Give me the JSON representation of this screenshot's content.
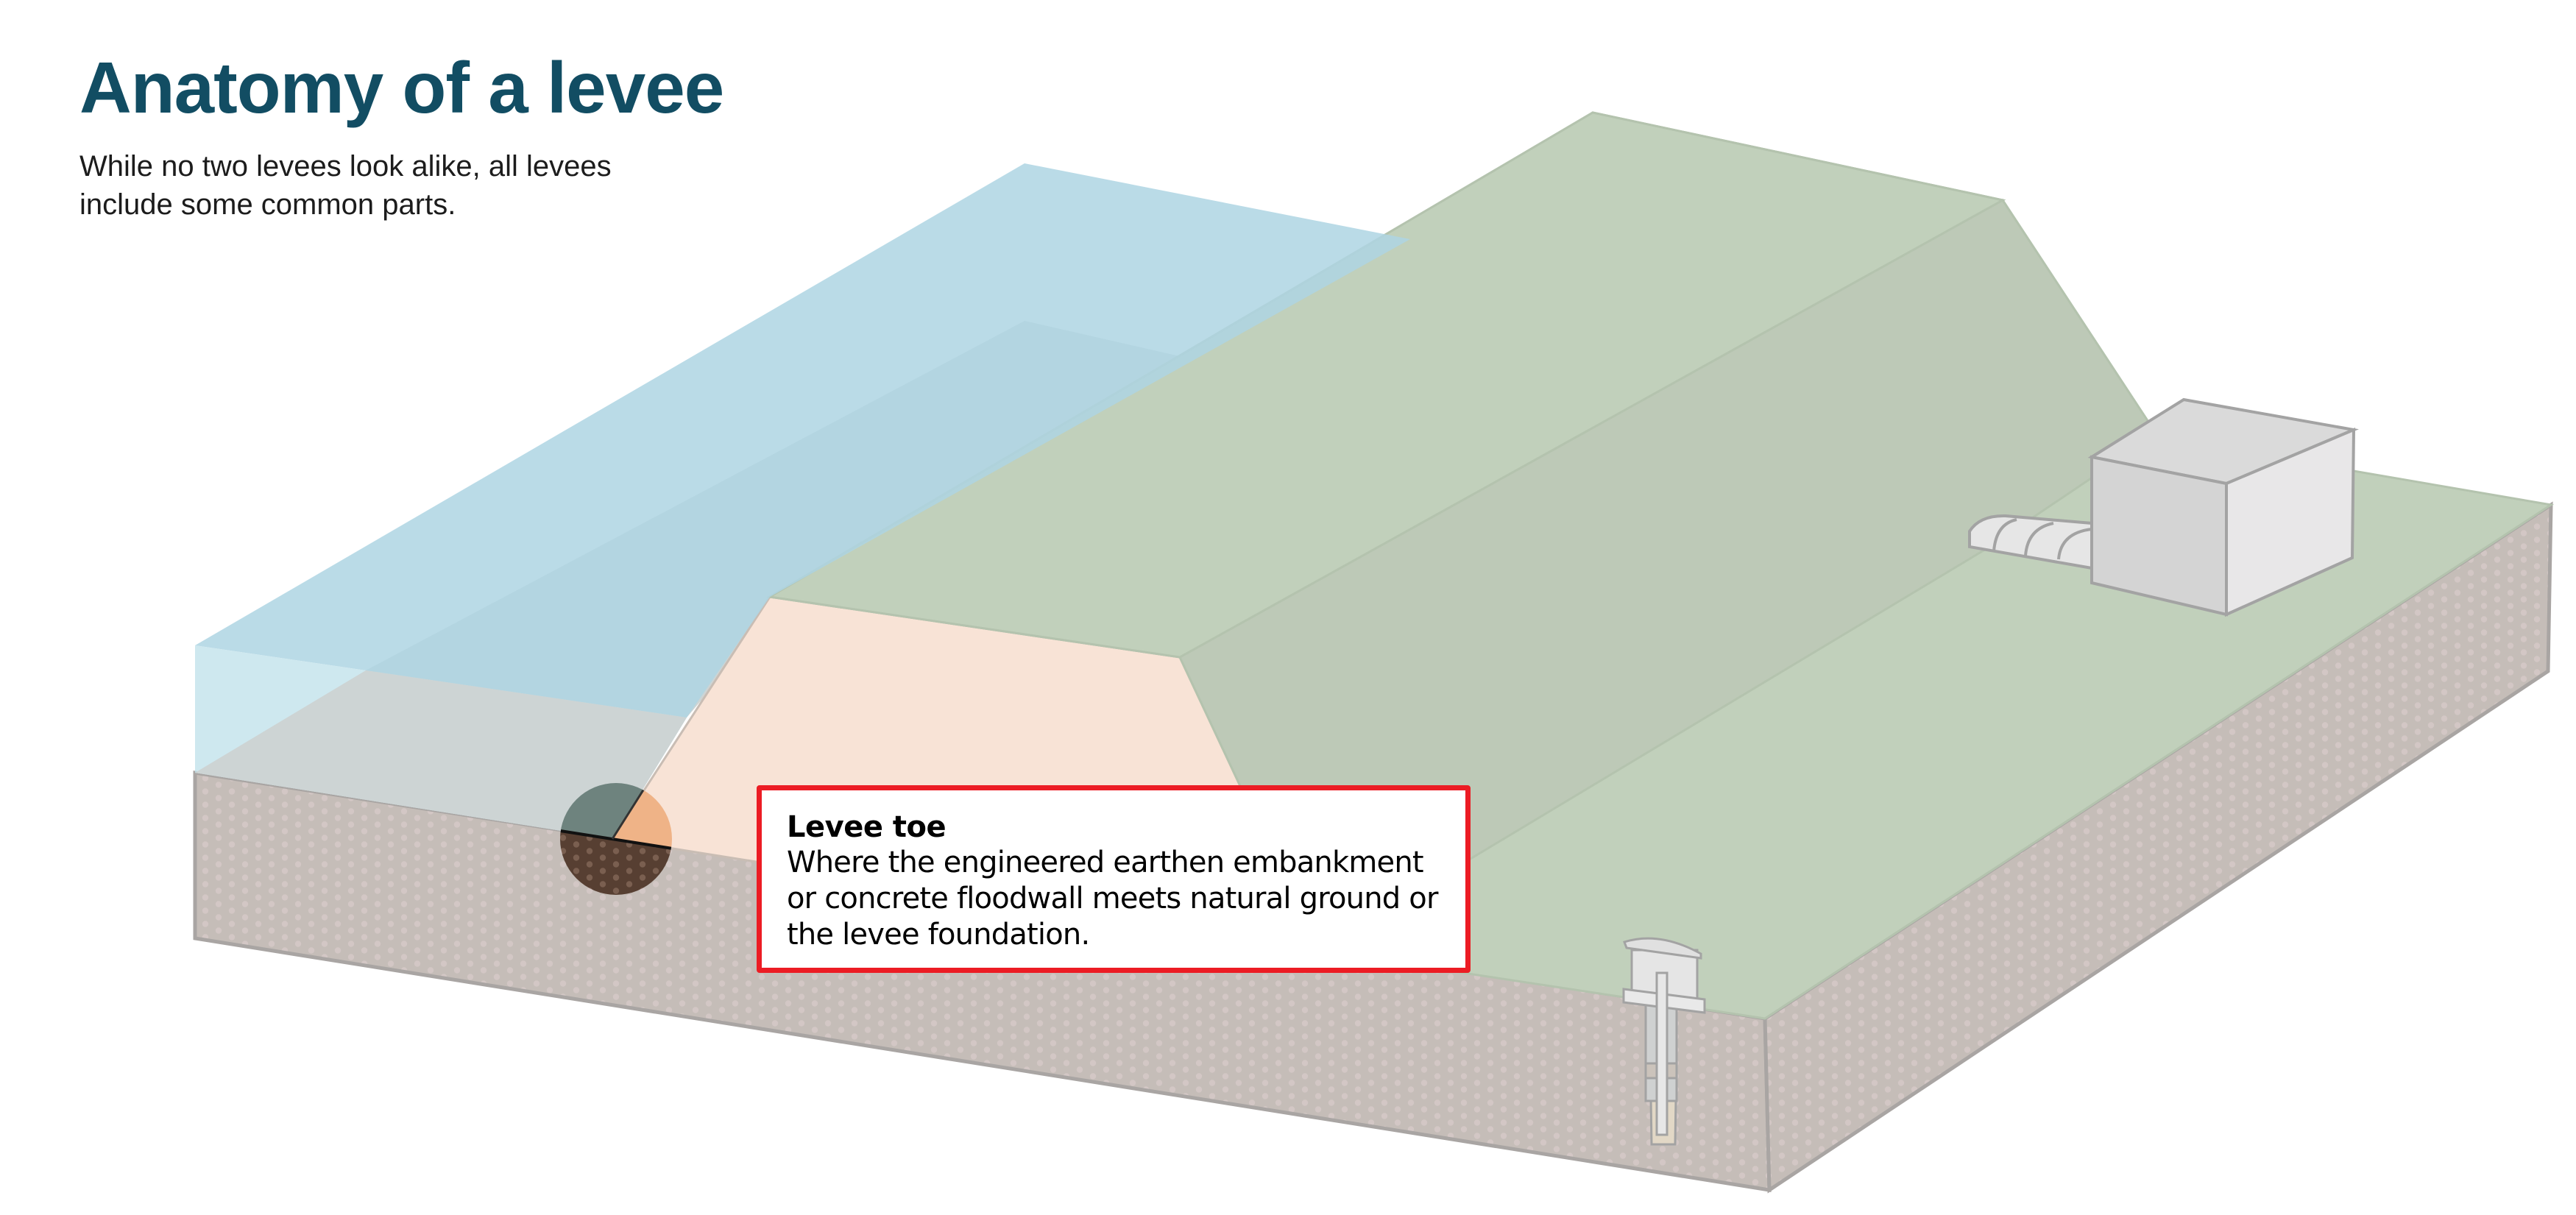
{
  "header": {
    "title": "Anatomy of a levee",
    "subtitle": "While no two levees look alike, all levees include some common parts."
  },
  "callout": {
    "title": "Levee toe",
    "body": "Where the engineered earthen embankment or concrete floodwall meets natural ground or the levee foundation.",
    "border_color": "#ec1c24"
  },
  "diagram": {
    "parts": [
      "river-water",
      "riverbed",
      "levee-waterside-slope",
      "levee-crown",
      "levee-landside-slope",
      "landside-ground",
      "soil-foundation",
      "pump-station",
      "drainage-pipe",
      "relief-well",
      "levee-toe-marker"
    ],
    "colors": {
      "water": "#aed5e3",
      "riverbed": "#cdd4d4",
      "levee_core": "#f8e3d6",
      "grass": "#c1d0bb",
      "grass_slope": "#bdc9b7",
      "soil": "#c5bdb8",
      "soil_dots": "#d3c7c5",
      "building": "#d4d4d4",
      "marker_water": "#6e837e",
      "marker_levee": "#efb387",
      "marker_soil": "#573f32"
    },
    "highlighted_part": "Levee toe"
  }
}
